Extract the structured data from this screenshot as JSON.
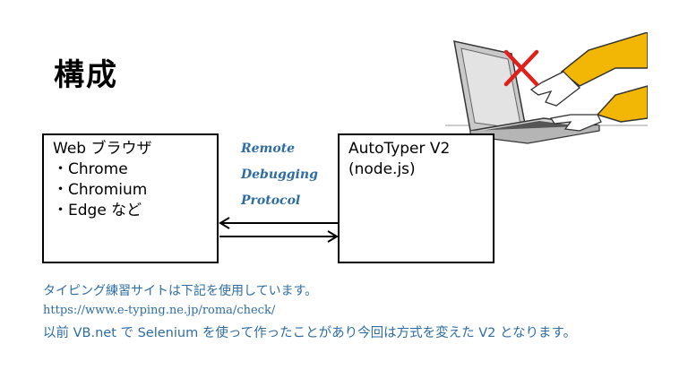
{
  "slide": {
    "title": "構成"
  },
  "browser_box": {
    "lines": [
      "Web ブラウザ",
      "・Chrome",
      "・Chromium",
      "・Edge  など"
    ]
  },
  "protocol_label": {
    "lines": [
      "Remote",
      "Debugging",
      "Protocol"
    ]
  },
  "autotyper_box": {
    "lines": [
      "AutoTyper V2",
      "(node.js)"
    ]
  },
  "notes": {
    "line1": "タイピング練習サイトは下記を使用しています。",
    "url": "https://www.e-typing.ne.jp/roma/check/",
    "line3": "以前 VB.net で Selenium を使って作ったことがあり今回は方式を変えた V2 となります。"
  },
  "colors": {
    "accent_blue": "#2e6da4",
    "cross_red": "#e0201a",
    "sleeve_yellow": "#f2b705"
  },
  "icons": {
    "illustration": "laptop-typing-hands-icon",
    "cross": "red-x-icon"
  }
}
